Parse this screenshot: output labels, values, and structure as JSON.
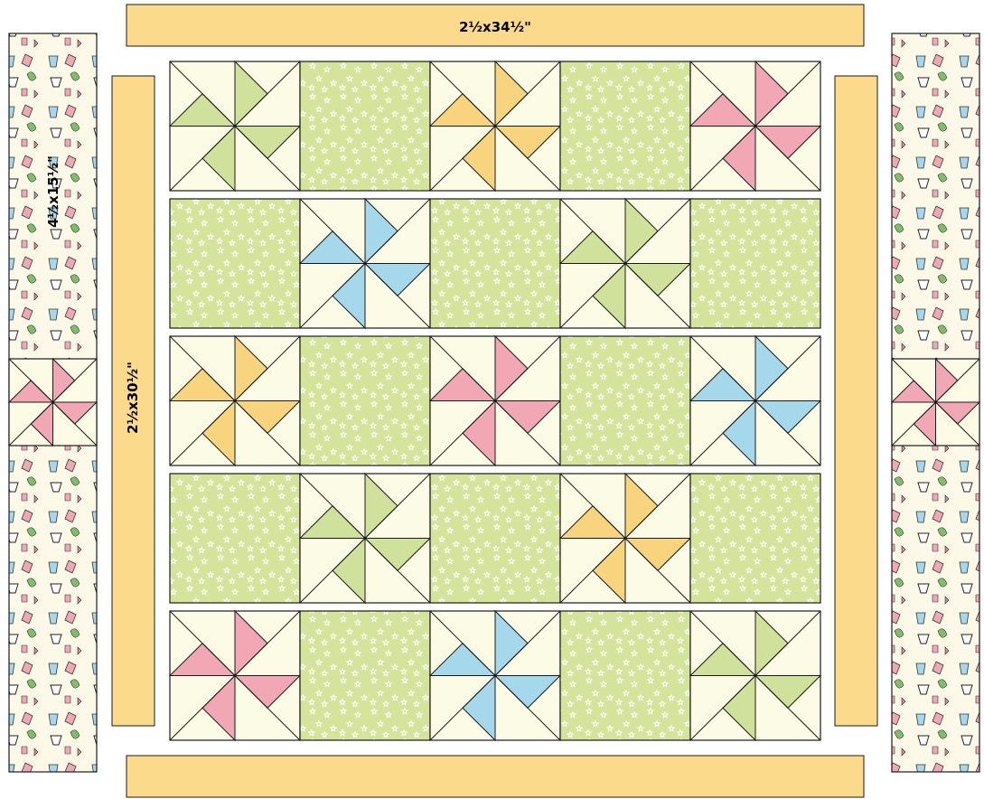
{
  "labels": {
    "top_strip": "2½x34½\"",
    "side_strip": "2½x30½\"",
    "border_strip": "4½x15½\""
  },
  "colors": {
    "sashing": "#fcda8c",
    "background": "#fcfbe6",
    "star_fabric": "#d4e49a",
    "star_dots": "#ffffff",
    "outline": "#1a1a1a",
    "green": "#cfe19a",
    "yellow": "#f8d47e",
    "pink": "#f2a7b4",
    "blue": "#a6d8ec",
    "border_print": "#fdf9e8"
  },
  "rows": [
    [
      "green",
      "star",
      "yellow",
      "star",
      "pink"
    ],
    [
      "star",
      "blue",
      "star",
      "green",
      "star"
    ],
    [
      "yellow",
      "star",
      "pink",
      "star",
      "blue"
    ],
    [
      "star",
      "green",
      "star",
      "yellow",
      "star"
    ],
    [
      "pink",
      "star",
      "blue",
      "star",
      "green"
    ]
  ],
  "border_blocks": [
    "pink",
    "pink"
  ]
}
